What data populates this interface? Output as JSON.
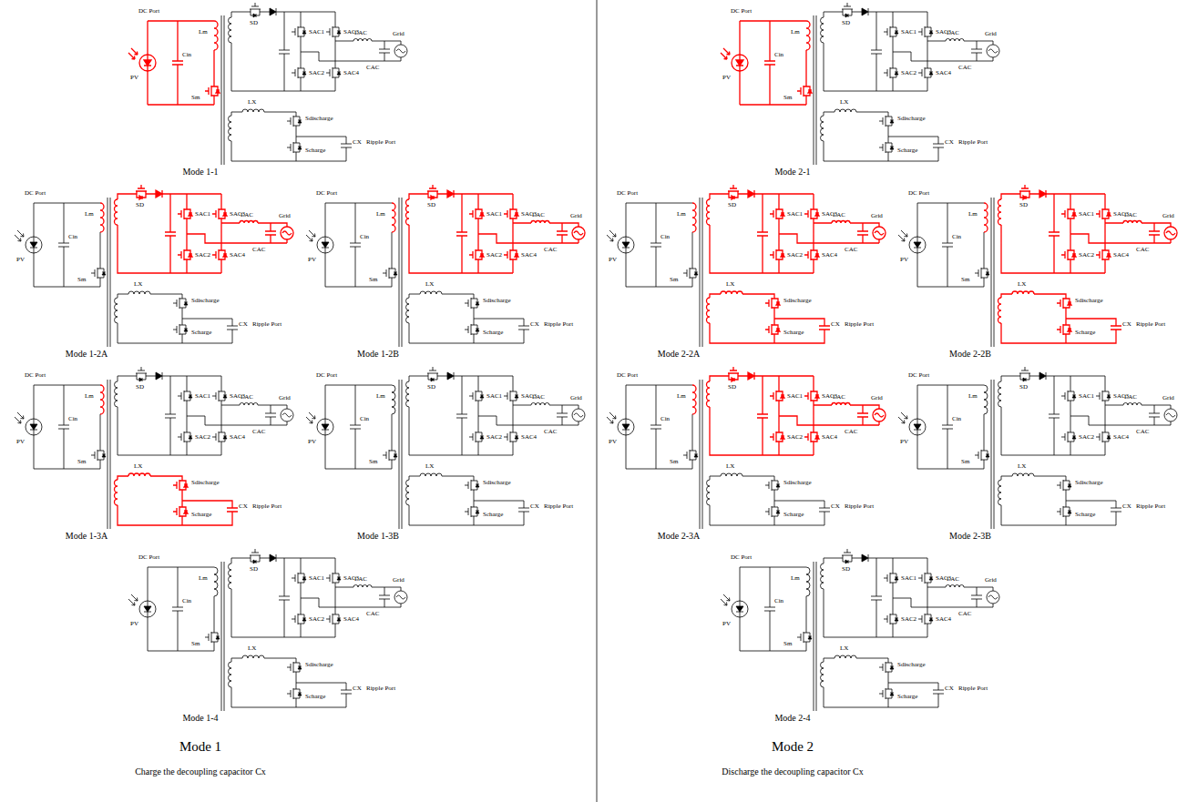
{
  "diagram": {
    "labels": [
      "DC Port",
      "PV",
      "Cin",
      "Lm",
      "Sm",
      "SD",
      "SAC1",
      "SAC3",
      "SAC2",
      "SAC4",
      "LAC",
      "Grid",
      "CAC",
      "LX",
      "Sdischarge",
      "CX",
      "Ripple Port",
      "Scharge",
      "Mode 1-1",
      "DC Port",
      "PV",
      "Cin",
      "Lm",
      "Sm",
      "SD",
      "SAC1",
      "SAC3",
      "SAC2",
      "SAC4",
      "LAC",
      "Grid",
      "CAC",
      "LX",
      "Sdischarge",
      "CX",
      "Ripple Port",
      "Scharge",
      "Mode 1-2A",
      "DC Port",
      "PV",
      "Cin",
      "Lm",
      "Sm",
      "SD",
      "SAC1",
      "SAC3",
      "SAC2",
      "SAC4",
      "LAC",
      "Grid",
      "CAC",
      "LX",
      "Sdischarge",
      "CX",
      "Ripple Port",
      "Scharge",
      "Mode 1-2B",
      "DC Port",
      "PV",
      "Cin",
      "Lm",
      "Sm",
      "SD",
      "SAC1",
      "SAC3",
      "SAC2",
      "SAC4",
      "LAC",
      "Grid",
      "CAC",
      "LX",
      "Sdischarge",
      "CX",
      "Ripple Port",
      "Scharge",
      "Mode 1-3A",
      "DC Port",
      "PV",
      "Cin",
      "Lm",
      "Sm",
      "SD",
      "SAC1",
      "SAC3",
      "SAC2",
      "SAC4",
      "LAC",
      "Grid",
      "CAC",
      "LX",
      "Sdischarge",
      "CX",
      "Ripple Port",
      "Scharge",
      "Mode 1-3B",
      "DC Port",
      "PV",
      "Cin",
      "Lm",
      "Sm",
      "SD",
      "SAC1",
      "SAC3",
      "SAC2",
      "SAC4",
      "LAC",
      "Grid",
      "CAC",
      "LX",
      "Sdischarge",
      "CX",
      "Ripple Port",
      "Scharge",
      "Mode 1-4",
      "Mode 1",
      "Charge the decoupling capacitor Cx",
      "DC Port",
      "PV",
      "Cin",
      "Lm",
      "Sm",
      "SD",
      "SAC1",
      "SAC3",
      "SAC2",
      "SAC4",
      "LAC",
      "Grid",
      "CAC",
      "LX",
      "Sdischarge",
      "CX",
      "Ripple Port",
      "Scharge",
      "Mode 2-1",
      "DC Port",
      "PV",
      "Cin",
      "Lm",
      "Sm",
      "SD",
      "SAC1",
      "SAC3",
      "SAC2",
      "SAC4",
      "LAC",
      "Grid",
      "CAC",
      "LX",
      "Sdischarge",
      "CX",
      "Ripple Port",
      "Scharge",
      "Mode 2-2A",
      "DC Port",
      "PV",
      "Cin",
      "Lm",
      "Sm",
      "SD",
      "SAC1",
      "SAC3",
      "SAC2",
      "SAC4",
      "LAC",
      "Grid",
      "CAC",
      "LX",
      "Sdischarge",
      "CX",
      "Ripple Port",
      "Scharge",
      "Mode 2-2B",
      "DC Port",
      "PV",
      "Cin",
      "Lm",
      "Sm",
      "SD",
      "SAC1",
      "SAC3",
      "SAC2",
      "SAC4",
      "LAC",
      "Grid",
      "CAC",
      "LX",
      "Sdischarge",
      "CX",
      "Ripple Port",
      "Scharge",
      "Mode 2-3A",
      "DC Port",
      "PV",
      "Cin",
      "Lm",
      "Sm",
      "SD",
      "SAC1",
      "SAC3",
      "SAC2",
      "SAC4",
      "LAC",
      "Grid",
      "CAC",
      "LX",
      "Sdischarge",
      "CX",
      "Ripple Port",
      "Scharge",
      "Mode 2-3B",
      "DC Port",
      "PV",
      "Cin",
      "Lm",
      "Sm",
      "SD",
      "SAC1",
      "SAC3",
      "SAC2",
      "SAC4",
      "LAC",
      "Grid",
      "CAC",
      "LX",
      "Sdischarge",
      "CX",
      "Ripple Port",
      "Scharge",
      "Mode 2-4",
      "Mode 2",
      "Discharge the decoupling capacitor Cx"
    ]
  }
}
